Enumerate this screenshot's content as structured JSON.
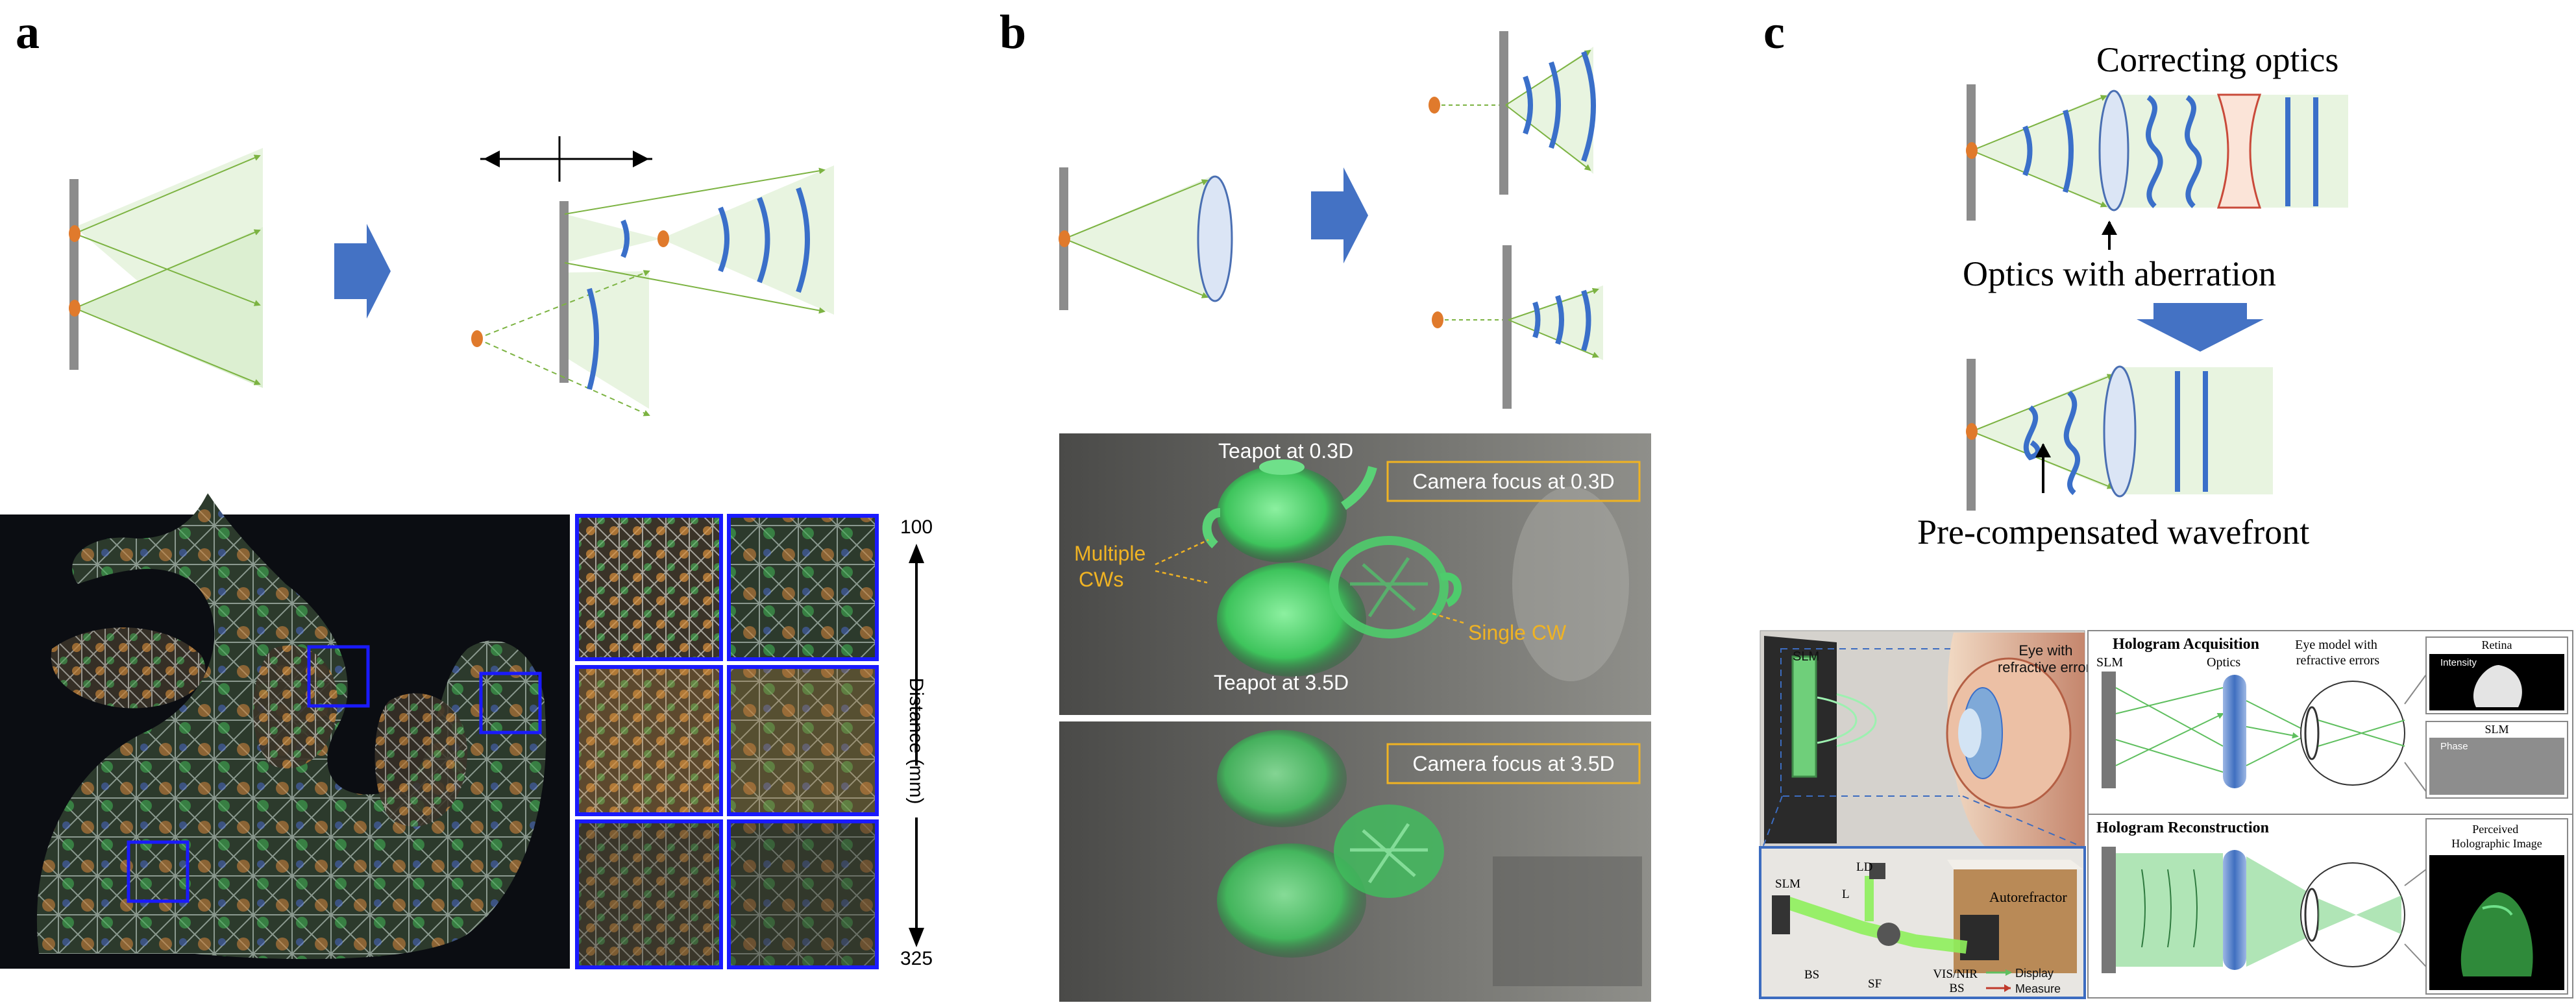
{
  "panels": {
    "a": {
      "letter": "a",
      "distance_axis": {
        "top": "100",
        "label": "Distance (mm)",
        "bottom": "325"
      }
    },
    "b": {
      "letter": "b",
      "photo1": {
        "teapot_top": "Teapot at 0.3D",
        "focus_box": "Camera focus at 0.3D",
        "multiple_cws": [
          "Multiple",
          "CWs"
        ],
        "single_cw": "Single CW",
        "teapot_bottom": "Teapot at 3.5D"
      },
      "photo2": {
        "focus_box": "Camera focus at 3.5D"
      }
    },
    "c": {
      "letter": "c",
      "correcting_optics": "Correcting optics",
      "optics_with_aberration": "Optics with aberration",
      "precompensated": "Pre-compensated wavefront",
      "setup": {
        "slm": "SLM",
        "eye_label": [
          "Eye with",
          "refractive errors"
        ],
        "ld": "LD",
        "l": "L",
        "slm2": "SLM",
        "autorefractor": "Autorefractor",
        "bs1": "BS",
        "sf": "SF",
        "visnir": [
          "VIS/NIR",
          "BS"
        ],
        "legend_display": "Display",
        "legend_measure": "Measure"
      },
      "acquisition": {
        "title": "Hologram Acquisition",
        "slm": "SLM",
        "optics": "Optics",
        "eye_model": [
          "Eye model with",
          "refractive errors"
        ],
        "retina": "Retina",
        "intensity": "Intensity",
        "slm_box": "SLM",
        "phase": "Phase"
      },
      "reconstruction": {
        "title": "Hologram Reconstruction",
        "perceived": [
          "Perceived",
          "Holographic Image"
        ]
      }
    }
  },
  "colors": {
    "arrow_blue": "#4472c4",
    "wave_blue": "#3a6fc9",
    "ray_green": "#7cb342",
    "cone_fill": "#e8f4e0",
    "source_orange": "#e07a2c",
    "screen_grey": "#8c8c8c",
    "label_orange": "#f0b323",
    "highlight_box": "#1a1aff"
  }
}
